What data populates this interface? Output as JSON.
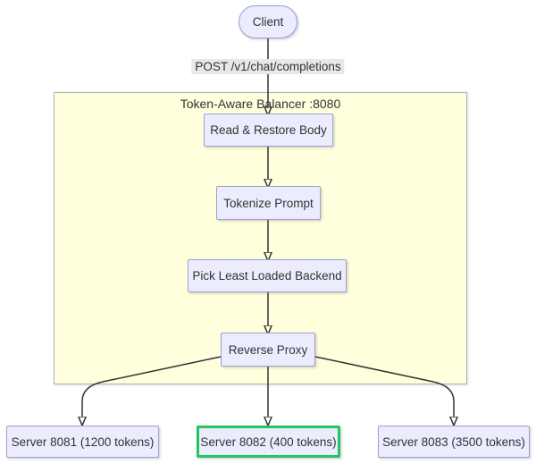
{
  "diagram": {
    "client_label": "Client",
    "edge_label": "POST /v1/chat/completions",
    "balancer": {
      "title": "Token-Aware Balancer :8080",
      "steps": [
        {
          "label": "Read & Restore Body"
        },
        {
          "label": "Tokenize Prompt"
        },
        {
          "label": "Pick Least Loaded Backend"
        },
        {
          "label": "Reverse Proxy"
        }
      ]
    },
    "servers": [
      {
        "label": "Server 8081 (1200 tokens)",
        "highlighted": false
      },
      {
        "label": "Server 8082 (400 tokens)",
        "highlighted": true
      },
      {
        "label": "Server 8083 (3500 tokens)",
        "highlighted": false
      }
    ],
    "colors": {
      "node_fill": "#ECECFF",
      "node_border": "#9FA0CD",
      "cluster_fill": "#FFFFDE",
      "cluster_border": "#AEAEC0",
      "edge_label_bg": "#E8E8E8",
      "arrow": "#333333",
      "highlight_border": "#22C55E",
      "text": "#333333"
    }
  }
}
